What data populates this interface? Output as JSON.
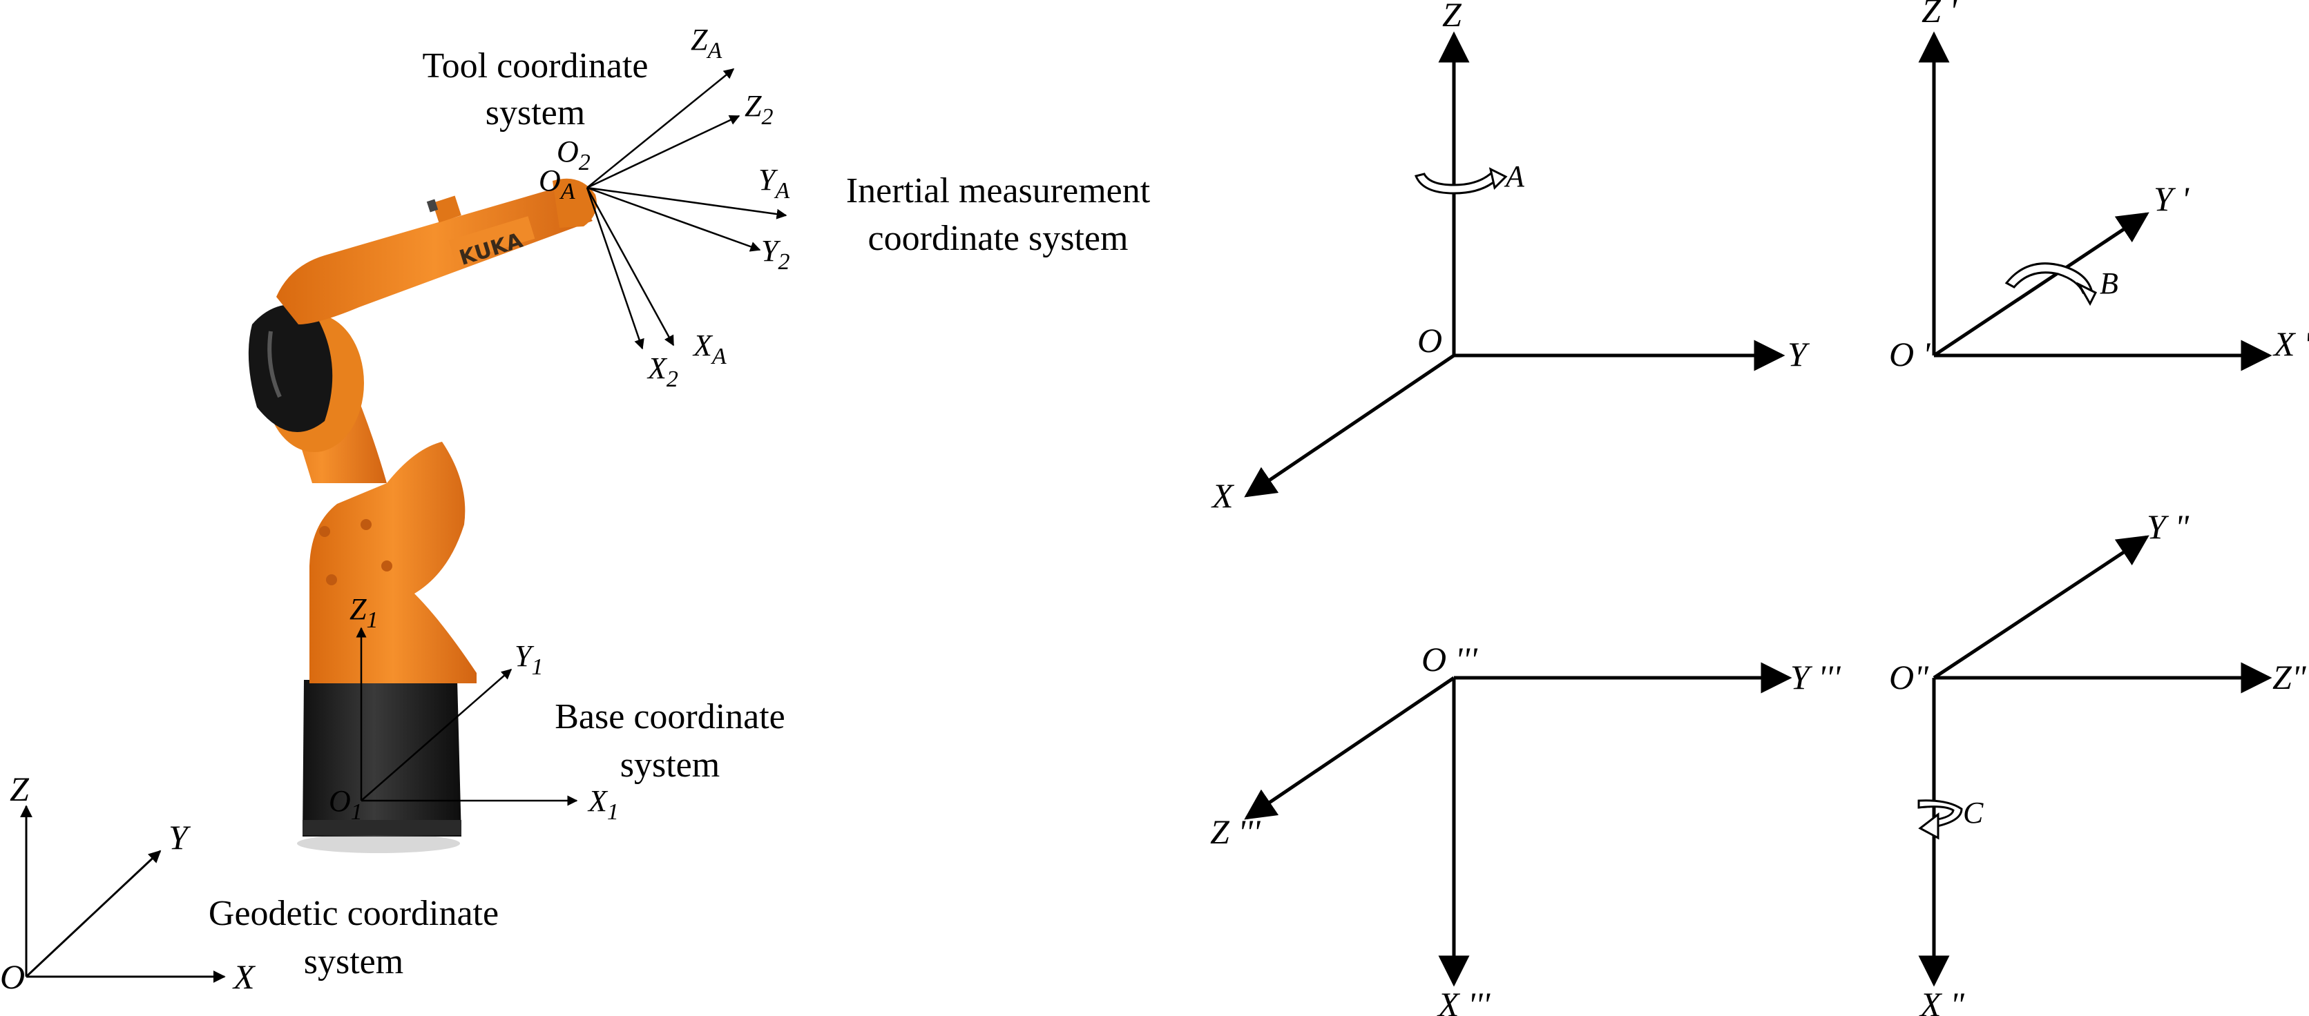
{
  "captions": {
    "tool_line1": "Tool coordinate",
    "tool_line2": "system",
    "inertial_line1": "Inertial measurement",
    "inertial_line2": "coordinate system",
    "base_line1": "Base coordinate",
    "base_line2": "system",
    "geodetic_line1": "Geodetic coordinate",
    "geodetic_line2": "system"
  },
  "robot": {
    "brand": "KUKA",
    "body_color": "#EE7F1E",
    "base_color": "#1E1E1E"
  },
  "geodetic_axes": {
    "origin": "O",
    "x": "X",
    "y": "Y",
    "z": "Z"
  },
  "base_axes": {
    "origin": "O",
    "origin_sub": "1",
    "x": "X",
    "x_sub": "1",
    "y": "Y",
    "y_sub": "1",
    "z": "Z",
    "z_sub": "1"
  },
  "tool_axes": {
    "origin_tool": "O",
    "origin_tool_sub": "2",
    "origin_imu": "O",
    "origin_imu_sub": "A",
    "z_imu": "Z",
    "z_imu_sub": "A",
    "z_tool": "Z",
    "z_tool_sub": "2",
    "y_imu": "Y",
    "y_imu_sub": "A",
    "y_tool": "Y",
    "y_tool_sub": "2",
    "x_tool": "X",
    "x_tool_sub": "2",
    "x_imu": "X",
    "x_imu_sub": "A"
  },
  "rotation_panels": [
    {
      "origin": "O",
      "x": "X",
      "y": "Y",
      "z": "Z",
      "rotation": "A"
    },
    {
      "origin": "O '",
      "x": "X '",
      "y": "Y '",
      "z": "Z '",
      "rotation": "B"
    },
    {
      "origin": "O\"",
      "x": "X \"",
      "y": "Y \"",
      "z": "Z\"",
      "rotation": "C"
    },
    {
      "origin": "O '''",
      "x": "X '''",
      "y": "Y '''",
      "z": "Z '''"
    }
  ]
}
